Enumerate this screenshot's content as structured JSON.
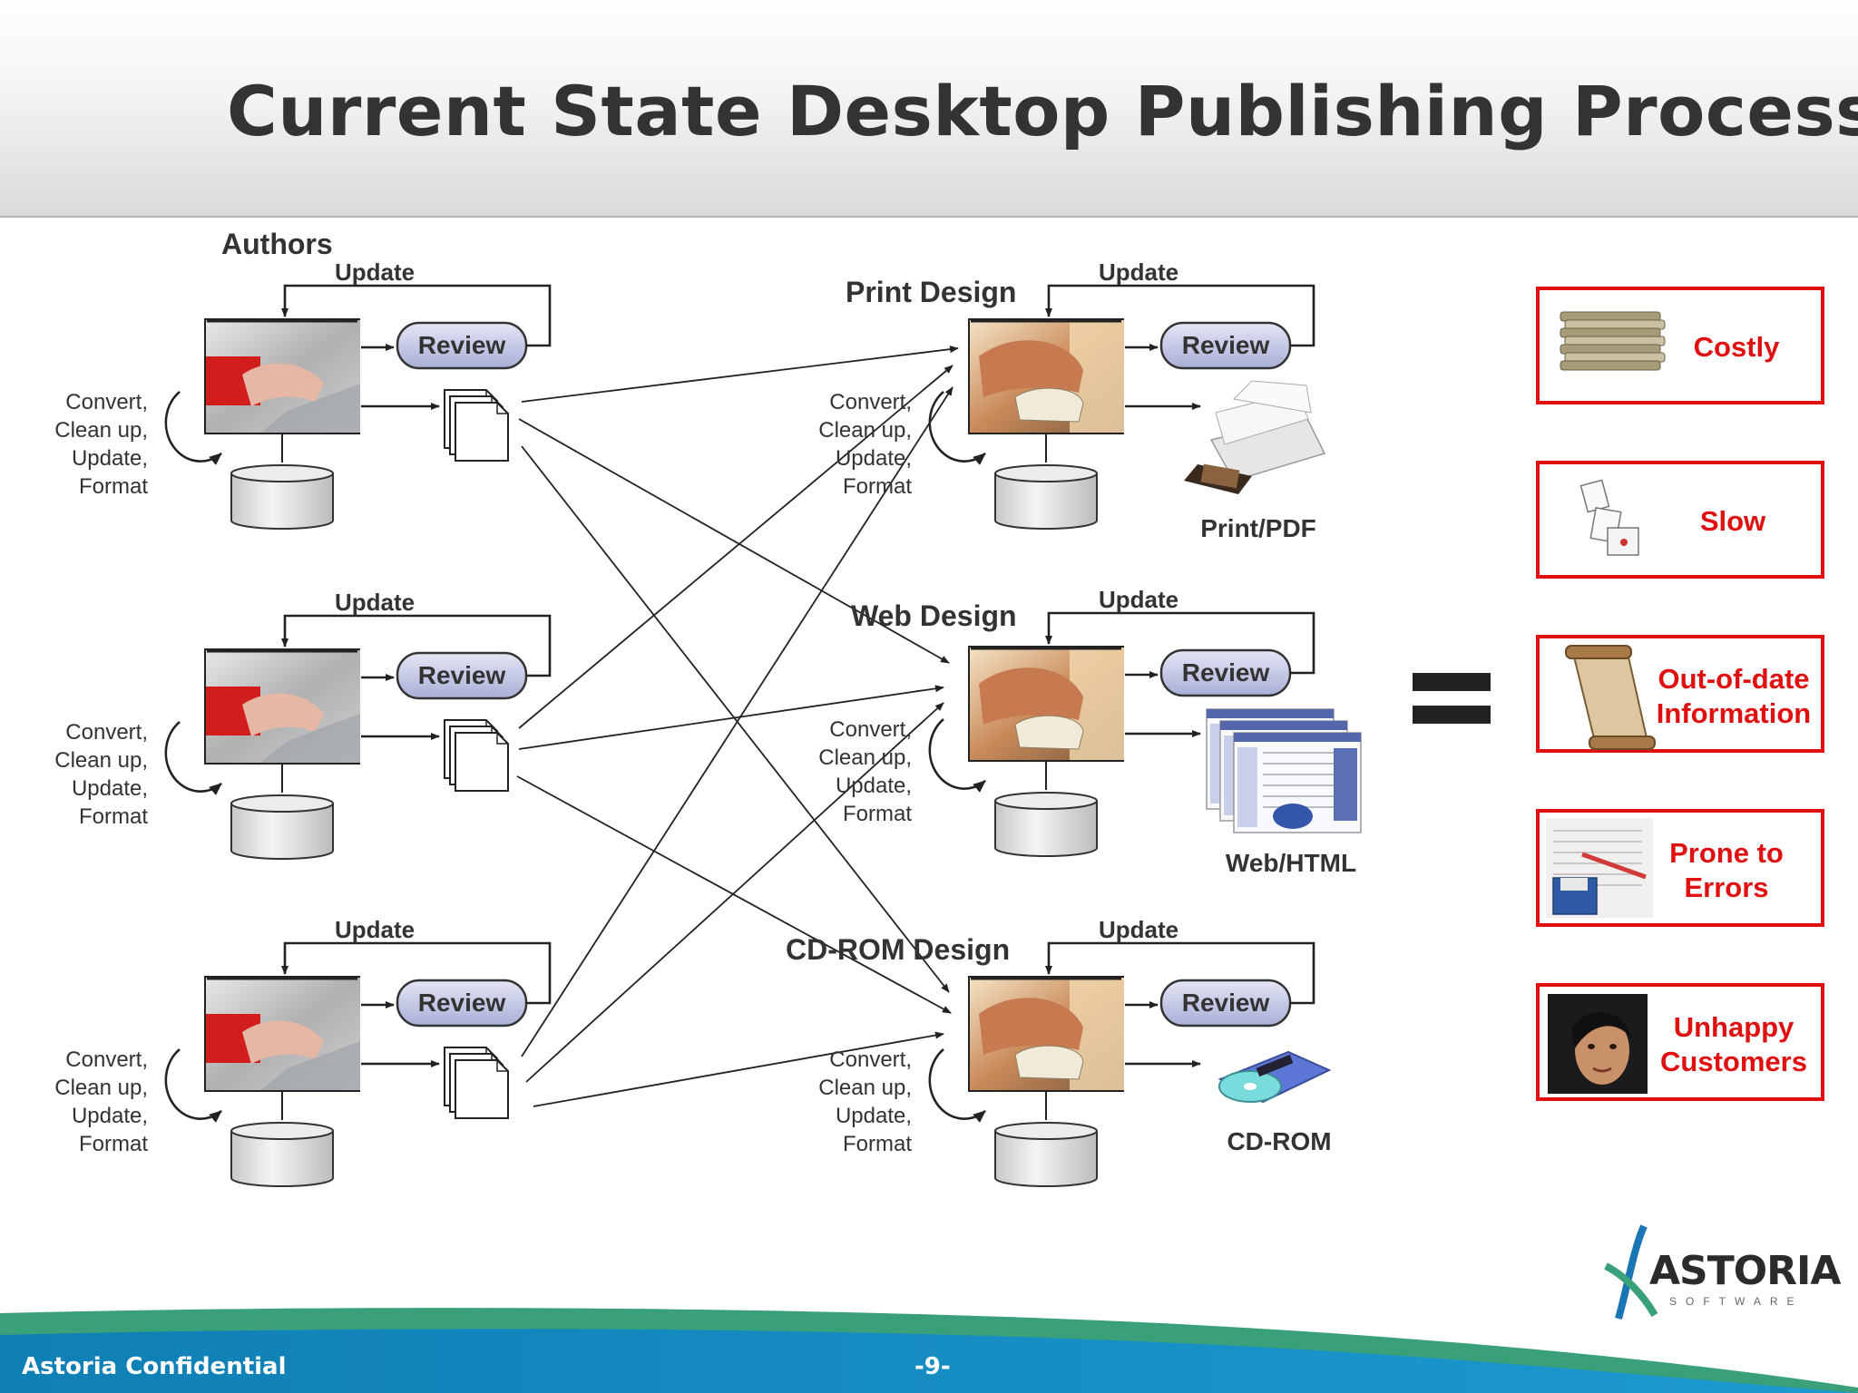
{
  "title": "Current State Desktop Publishing Process",
  "authors_label": "Authors",
  "update_label": "Update",
  "review_label": "Review",
  "cycle_lines": [
    "Convert,",
    "Clean up,",
    "Update,",
    "Format"
  ],
  "design_labels": [
    "Print Design",
    "Web Design",
    "CD-ROM Design"
  ],
  "output_labels": [
    "Print/PDF",
    "Web/HTML",
    "CD-ROM"
  ],
  "outcomes": [
    {
      "line1": "Costly",
      "line2": ""
    },
    {
      "line1": "Slow",
      "line2": ""
    },
    {
      "line1": "Out-of-date",
      "line2": "Information"
    },
    {
      "line1": "Prone to",
      "line2": "Errors"
    },
    {
      "line1": "Unhappy",
      "line2": "Customers"
    }
  ],
  "logo": {
    "text": "ASTORIA",
    "sub": "SOFTWARE"
  },
  "footer": {
    "left": "Astoria Confidential",
    "page": "-9-"
  },
  "colors": {
    "outcome_red": "#e01010",
    "title_gray": "#333333",
    "review_fill": "#c8cce8",
    "footer_blue": "#0a7fb8",
    "footer_green": "#3aa07a"
  }
}
